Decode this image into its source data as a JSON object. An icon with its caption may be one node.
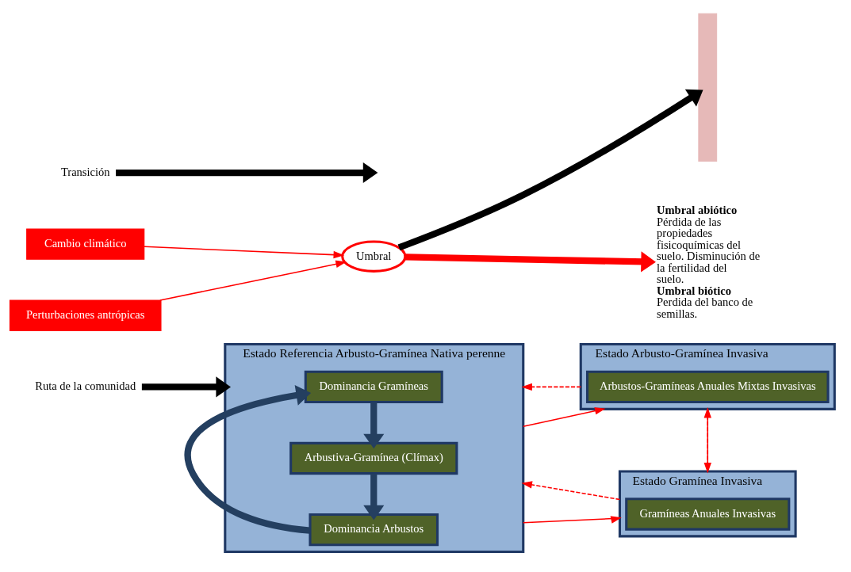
{
  "diagram": {
    "nodes": [
      {
        "text": [
          "Estado Referencia Arbusto-Gramínea Nativa perenne"
        ]
      },
      {
        "text": [
          "Dominancia Gramíneas"
        ],
        "in": 0
      },
      {
        "text": [
          "Arbustiva-Gramínea (Clímax)"
        ],
        "in": 0
      },
      {
        "text": [
          "Dominancia Arbustos"
        ],
        "in": 0
      },
      {
        "text": [],
        "shape": "bar"
      },
      {
        "text": [
          "Estado Arbusto-Gramínea Invasiva"
        ]
      },
      {
        "text": [
          "Arbustos-Gramíneas Anuales Mixtas Invasivas"
        ],
        "in": 5
      },
      {
        "text": [
          "Estado Gramínea Invasiva"
        ]
      },
      {
        "text": [
          "Gramíneas Anuales Invasivas"
        ],
        "in": 7
      },
      {
        "text": [
          "Umbral abiótico",
          "Pérdida de las propiedades fisicoquímicas del suelo. Disminución de la fertilidad del suelo.",
          "Umbral biótico",
          "Perdida del banco de semillas."
        ]
      },
      {
        "text": [
          "Ruta de la comunidad"
        ]
      },
      {
        "text": [
          "Umbral"
        ]
      },
      {
        "text": [
          "Transición"
        ]
      },
      {
        "text": [
          "Cambio climático"
        ]
      },
      {
        "text": [
          "Perturbaciones antrópicas"
        ]
      }
    ],
    "edges": [
      {
        "from": 1,
        "to": 2,
        "arrow": "to",
        "style": "thick",
        "color": "#243f60"
      },
      {
        "from": 2,
        "to": 3,
        "arrow": "to",
        "style": "thick",
        "color": "#243f60"
      },
      {
        "from": 3,
        "to": 1,
        "arrow": "to",
        "style": "thick",
        "color": "#243f60"
      },
      {
        "from": 0,
        "to": 5,
        "arrow": "to"
      },
      {
        "from": 5,
        "to": 0,
        "arrow": "to",
        "style": "dashed"
      },
      {
        "from": 0,
        "to": 7,
        "arrow": "to"
      },
      {
        "from": 7,
        "to": 0,
        "arrow": "to",
        "style": "dashed"
      },
      {
        "from": 5,
        "to": 7,
        "arrow": "to"
      },
      {
        "from": 7,
        "to": 5,
        "arrow": "to",
        "style": "dashed"
      },
      {
        "from": 10,
        "to": 0,
        "arrow": "to",
        "style": "thick",
        "color": "#000000"
      },
      {
        "from": 11,
        "to": 4,
        "arrow": "to",
        "style": "thick",
        "color": "#000000"
      },
      {
        "from": 12,
        "to": null,
        "arrow": "to",
        "style": "thick",
        "color": "#000000"
      },
      {
        "from": 11,
        "to": 9,
        "arrow": "to",
        "style": "thick"
      },
      {
        "from": 13,
        "to": 11,
        "arrow": "to"
      },
      {
        "from": 14,
        "to": 11,
        "arrow": "to"
      }
    ]
  }
}
